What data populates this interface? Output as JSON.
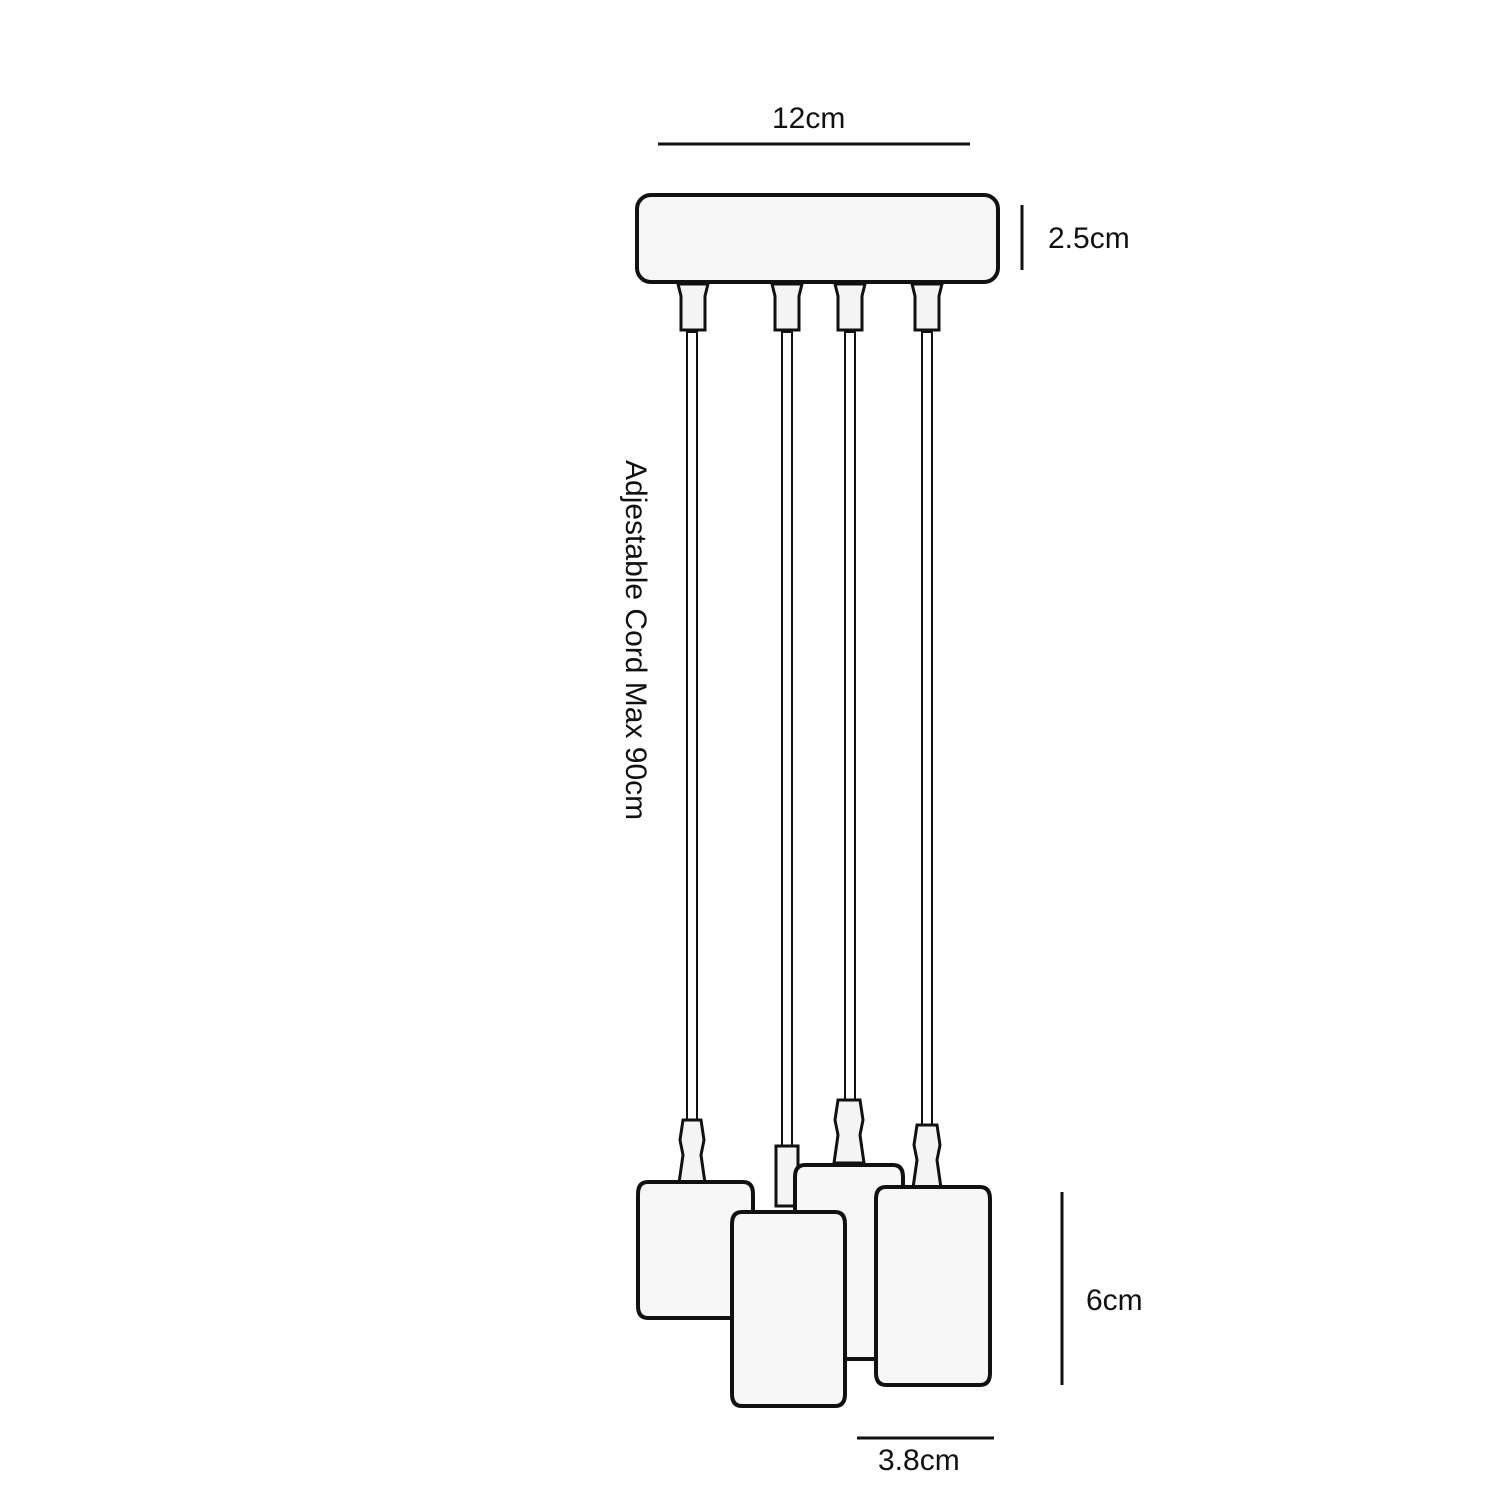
{
  "dimensions": {
    "width_label": "12cm",
    "rose_height_label": "2.5cm",
    "cord_label": "Adjestable Cord Max 90cm",
    "holder_height_label": "6cm",
    "holder_width_label": "3.8cm"
  },
  "colors": {
    "stroke": "#111111",
    "fill": "#f6f6f6"
  }
}
